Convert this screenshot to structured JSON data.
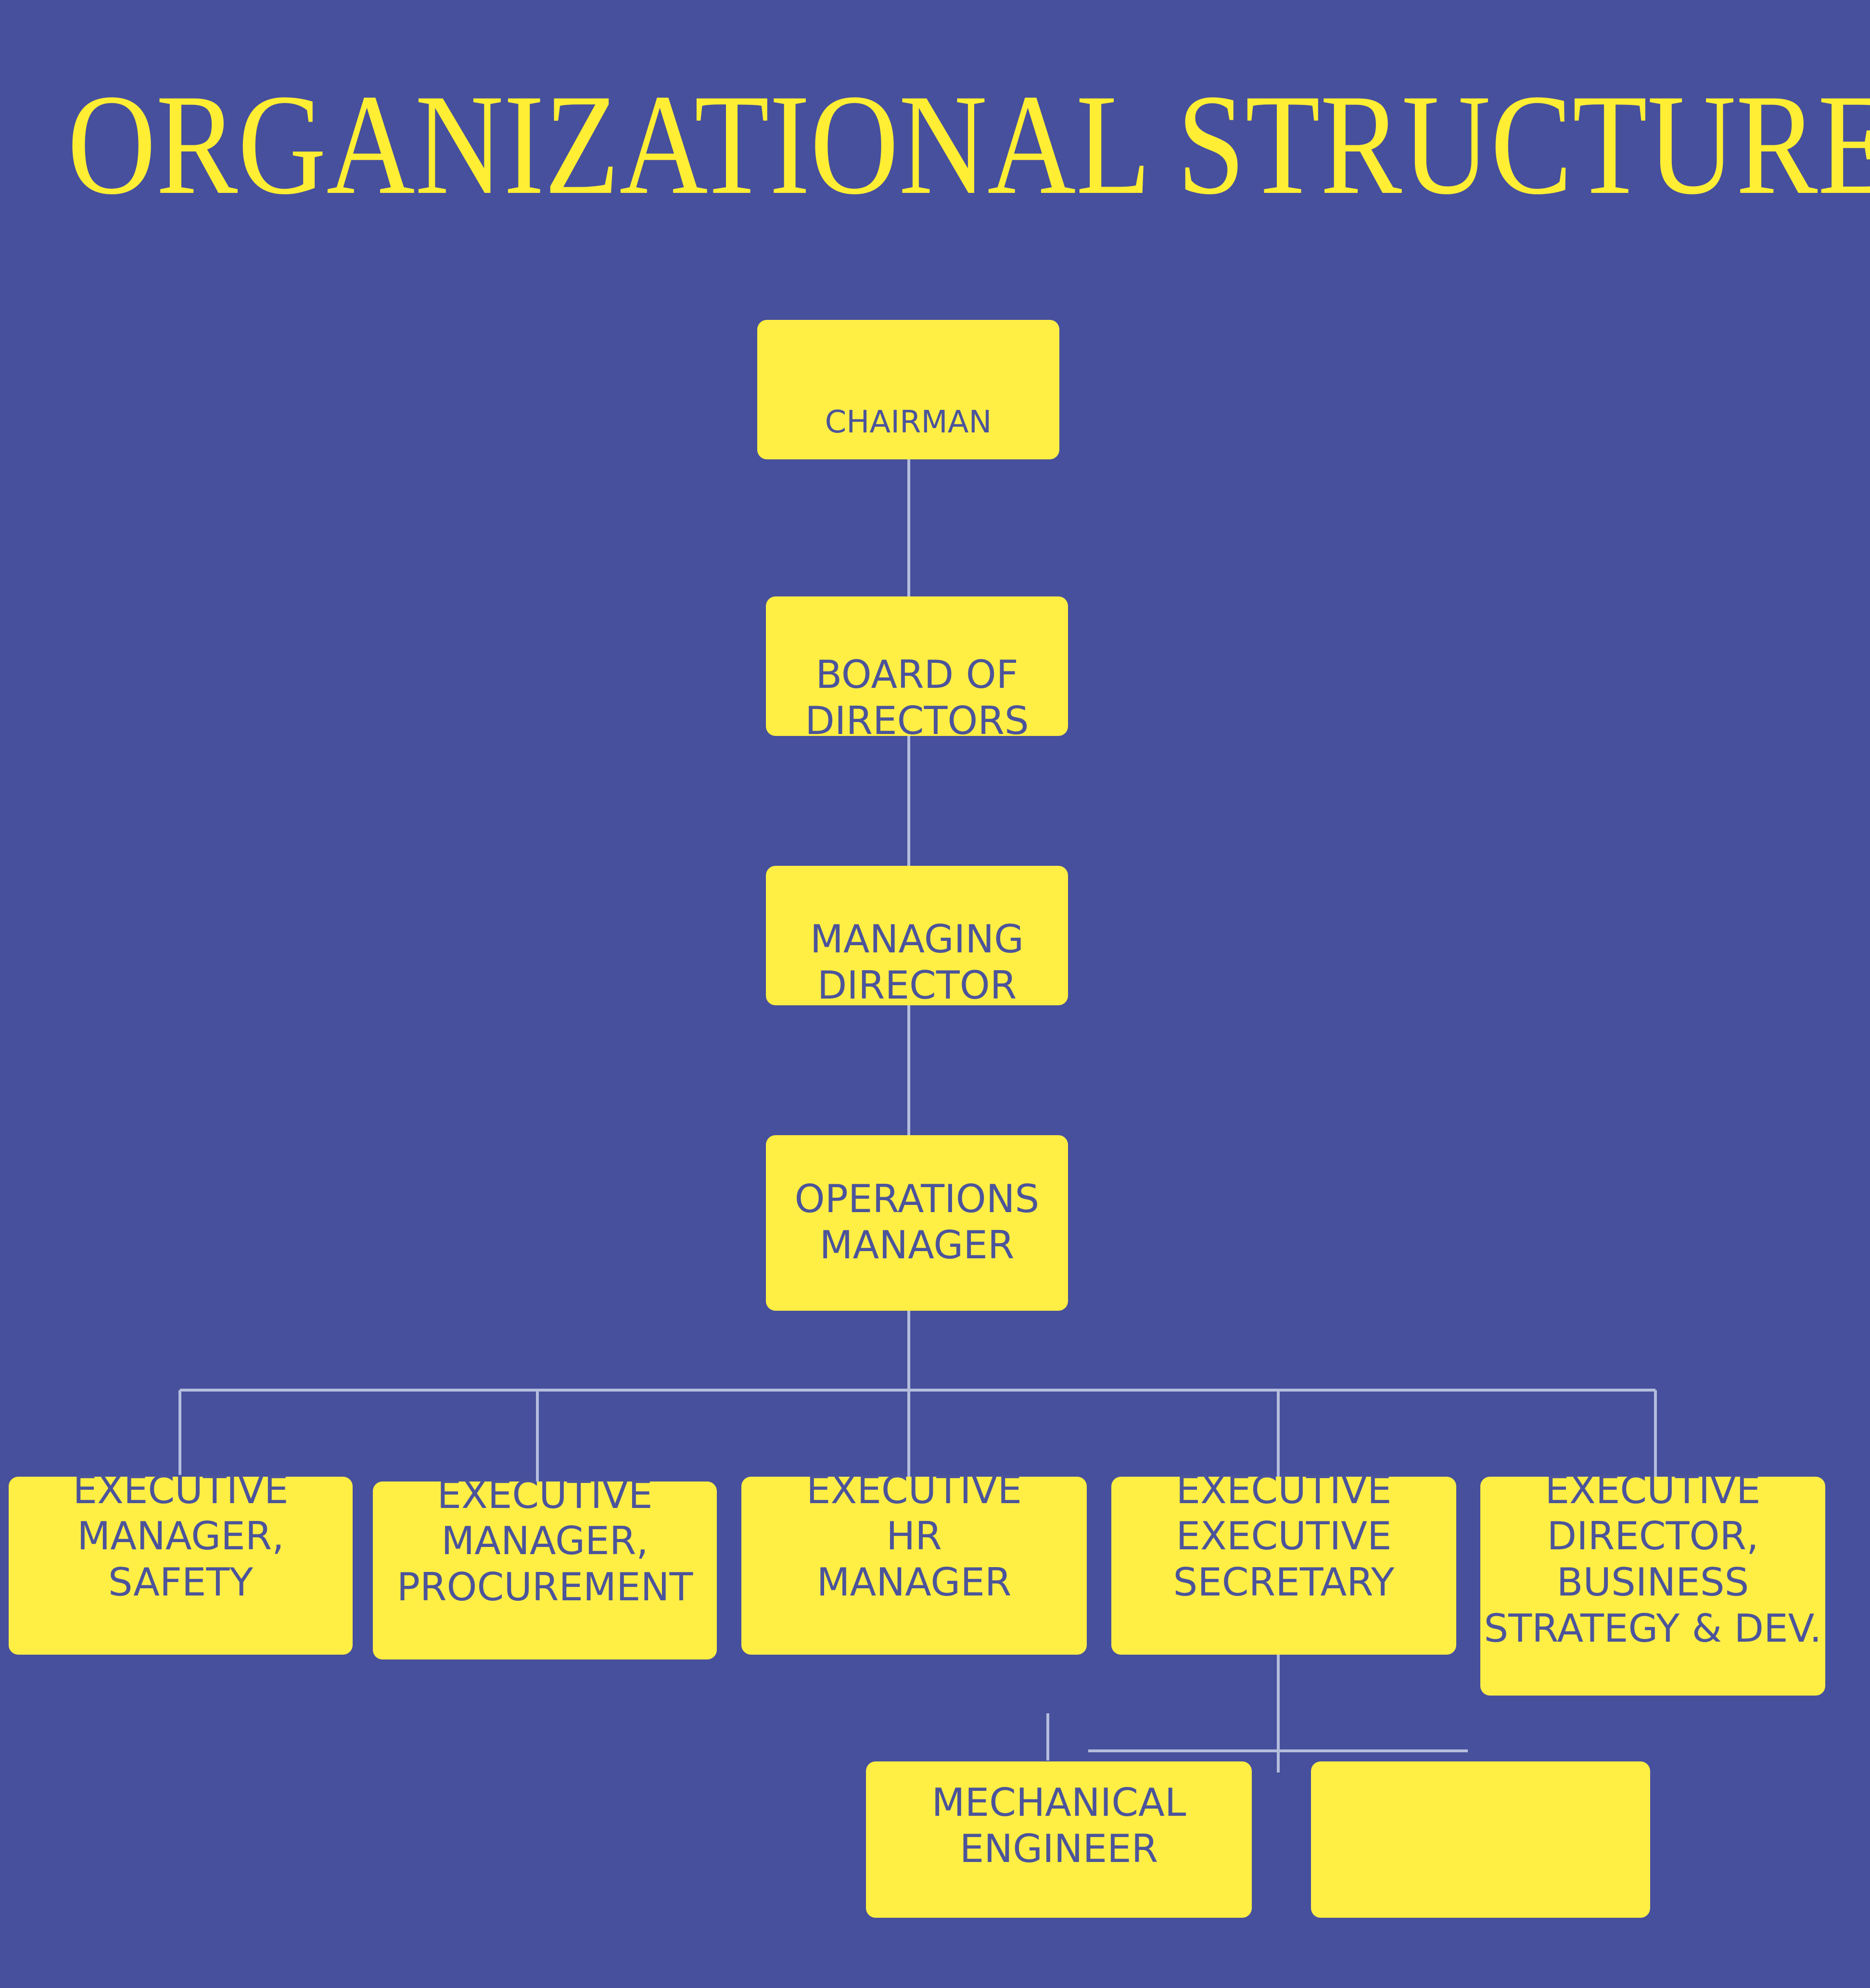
{
  "title": "ORGANIZATIONAL STRUCTURE",
  "colors": {
    "background": "#47509c",
    "box": "#ffee44",
    "title": "#ffee33",
    "box_text": "#4b549a",
    "connector": "#b4bddc"
  },
  "nodes": {
    "chairman": "CHAIRMAN",
    "board": "BOARD OF\nDIRECTORS",
    "md": "MANAGING\nDIRECTOR",
    "ops": "OPERATIONS\nMANAGER",
    "safety": "EXECUTIVE\nMANAGER,\nSAFETY",
    "procurement": "EXECUTIVE\nMANAGER,\nPROCUREMENT",
    "hr": "EXECUTIVE\nHR\nMANAGER",
    "secretary": "EXECUTIVE\nEXECUTIVE\nSECRETARY",
    "business": "EXECUTIVE\nDIRECTOR,\nBUSINESS\nSTRATEGY & DEV.",
    "mech": "MECHANICAL\nENGINEER",
    "blank": ""
  }
}
